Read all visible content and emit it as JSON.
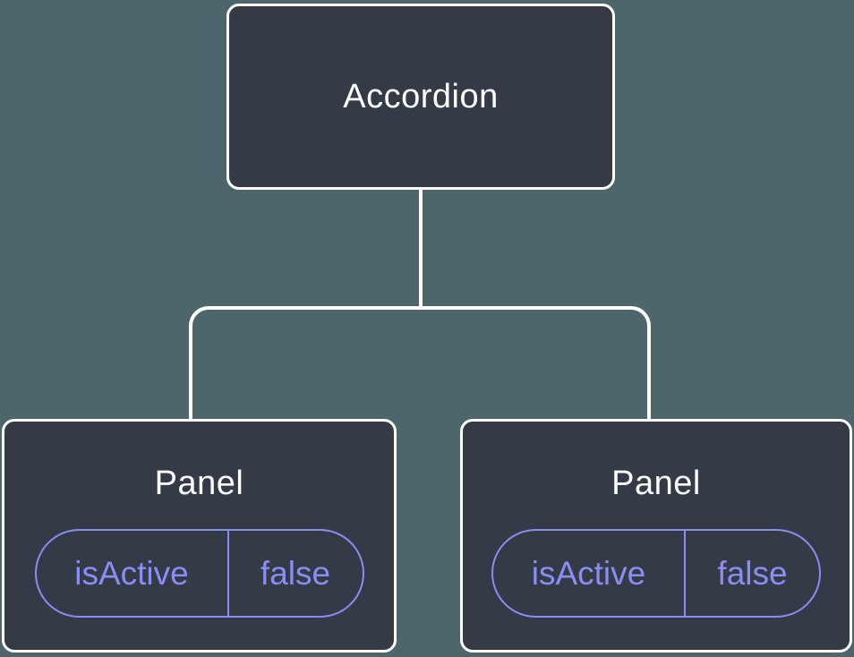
{
  "diagram": {
    "type": "component-tree",
    "colors": {
      "background": "#4D666C",
      "node_fill": "#343A46",
      "node_border": "#FFFFFF",
      "node_text": "#FCFDFE",
      "connector": "#FFFFFF",
      "state_accent": "#8A8DF2"
    },
    "root": {
      "label": "Accordion"
    },
    "children": [
      {
        "label": "Panel",
        "state": {
          "key": "isActive",
          "value": "false"
        }
      },
      {
        "label": "Panel",
        "state": {
          "key": "isActive",
          "value": "false"
        }
      }
    ]
  }
}
